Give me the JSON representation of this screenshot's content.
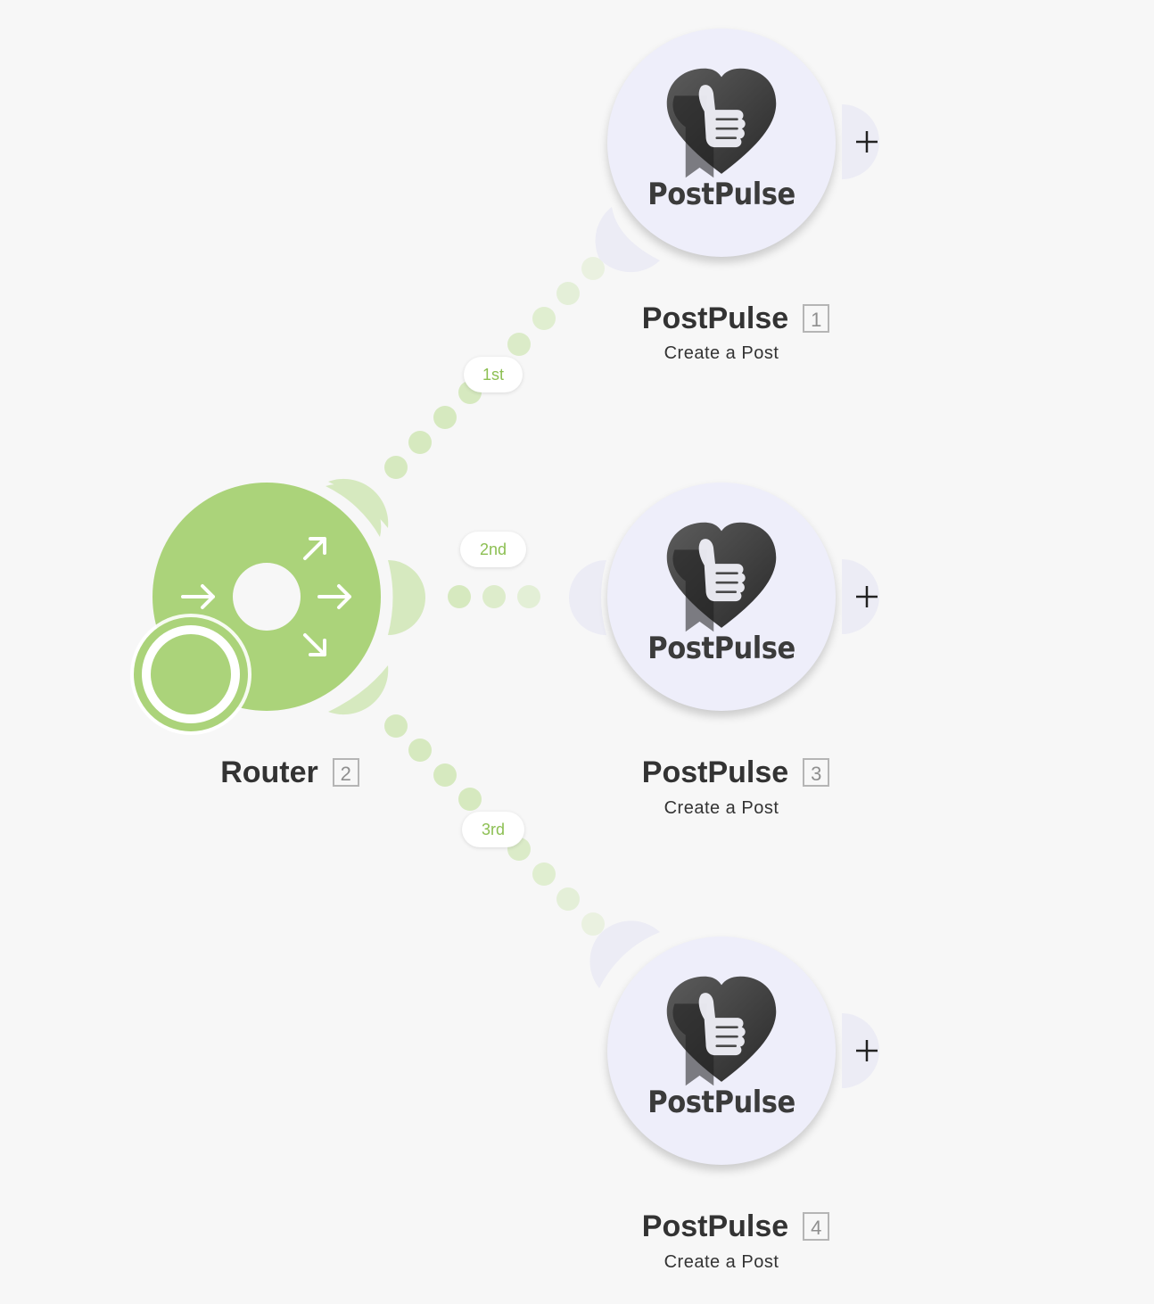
{
  "router": {
    "title": "Router",
    "number": "2",
    "accent": "#abd37a",
    "light_accent": "#d6e9bf"
  },
  "routes": [
    {
      "label": "1st"
    },
    {
      "label": "2nd"
    },
    {
      "label": "3rd"
    }
  ],
  "modules": [
    {
      "app": "PostPulse",
      "number": "1",
      "action": "Create a Post",
      "logo_text": "PostPulse"
    },
    {
      "app": "PostPulse",
      "number": "3",
      "action": "Create a Post",
      "logo_text": "PostPulse"
    },
    {
      "app": "PostPulse",
      "number": "4",
      "action": "Create a Post",
      "logo_text": "PostPulse"
    }
  ],
  "icons": {
    "router": "router-arrows-icon",
    "trigger": "arrow-right-circle-icon",
    "add": "plus-icon",
    "logo": "postpulse-heart-thumb-logo-icon"
  }
}
